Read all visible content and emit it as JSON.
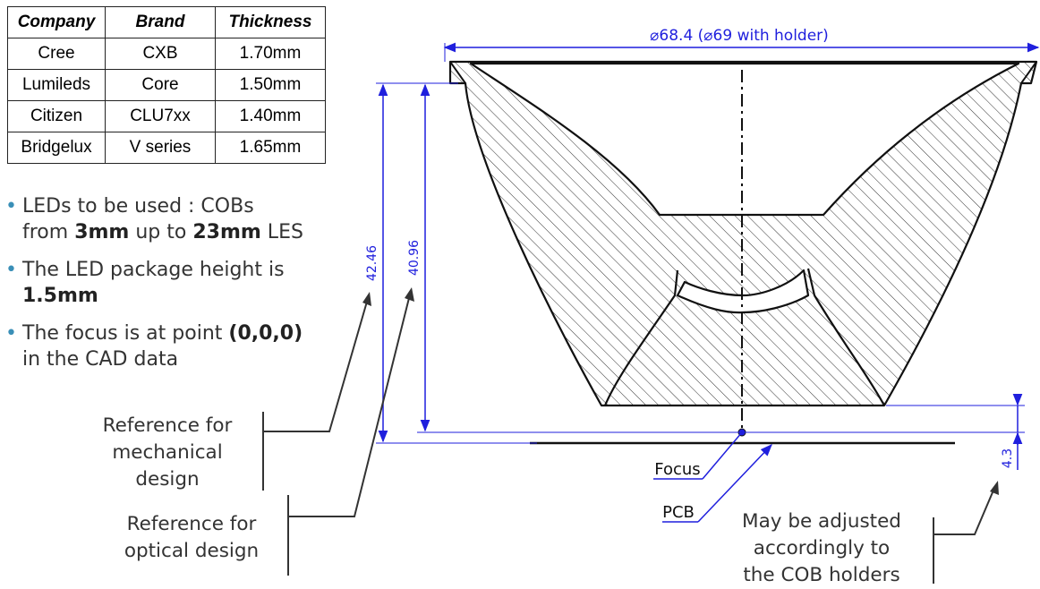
{
  "table": {
    "headers": [
      "Company",
      "Brand",
      "Thickness"
    ],
    "rows": [
      [
        "Cree",
        "CXB",
        "1.70mm"
      ],
      [
        "Lumileds",
        "Core",
        "1.50mm"
      ],
      [
        "Citizen",
        "CLU7xx",
        "1.40mm"
      ],
      [
        "Bridgelux",
        "V series",
        "1.65mm"
      ]
    ]
  },
  "bullets": [
    {
      "pre": "LEDs to be used : COBs",
      "pre2": "from ",
      "b1": "3mm",
      "mid": " up to ",
      "b2": "23mm",
      "post": " LES"
    },
    {
      "pre": "The LED package height is",
      "b1": "1.5mm"
    },
    {
      "pre": "The focus is at point ",
      "b1": "(0,0,0)",
      "post": "in the CAD data"
    }
  ],
  "labels": {
    "mechanical": [
      "Reference for",
      "mechanical",
      "design"
    ],
    "optical": [
      "Reference for",
      "optical design"
    ],
    "adjust": [
      "May be adjusted",
      "accordingly to",
      "the COB holders"
    ]
  },
  "drawing": {
    "diameter_label": "⌀68.4 (⌀69 with holder)",
    "dim_mech": "42.46",
    "dim_opt": "40.96",
    "dim_gap": "4.3",
    "focus_label": "Focus",
    "pcb_label": "PCB",
    "dim_color": "#1f1fdd",
    "line_color": "#111111"
  }
}
